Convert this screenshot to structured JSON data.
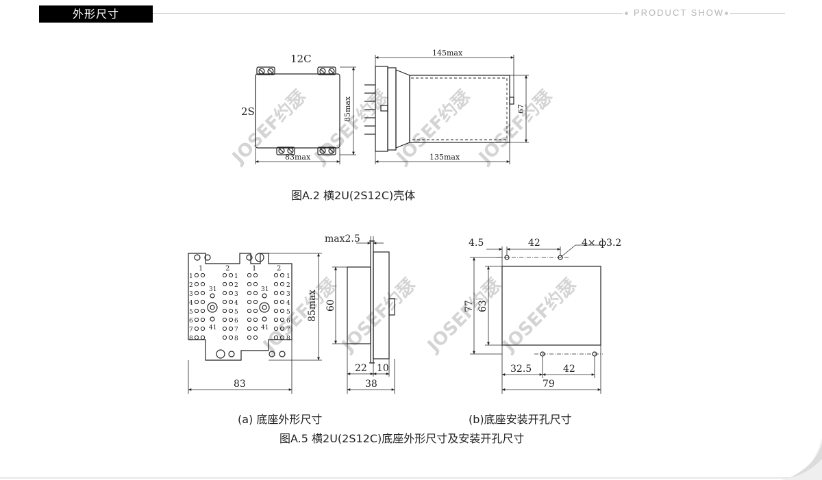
{
  "header": {
    "section_title": "外形尺寸",
    "right_label": "PRODUCT SHOW"
  },
  "watermark": "JOSEF约瑟",
  "figure_a2": {
    "caption": "图A.2  横2U(2S12C)壳体",
    "label_top": "12C",
    "label_side": "2S",
    "dim_width": "83max",
    "dim_height": "85max",
    "dim_depth_top": "145max",
    "dim_depth_bottom": "135max",
    "dim_67": "67"
  },
  "figure_a5": {
    "caption": "图A.5  横2U(2S12C)底座外形尺寸及安装开孔尺寸",
    "sub_a_caption": "(a) 底座外形尺寸",
    "sub_b_caption": "(b)底座安装开孔尺寸",
    "dim_83": "83",
    "dim_85max": "85max",
    "dim_60": "60",
    "dim_max25": "max2.5",
    "dim_22": "22",
    "dim_10": "10",
    "dim_38": "38",
    "dim_45": "4.5",
    "dim_42_top": "42",
    "dim_hole": "4× ф3.2",
    "dim_77": "77",
    "dim_63": "63",
    "dim_325": "32.5",
    "dim_42_bottom": "42",
    "dim_79": "79",
    "pin_cols_left": [
      "1",
      "2"
    ],
    "pin_cols_right": [
      "1",
      "2"
    ],
    "pin_rows": [
      "1",
      "2",
      "3",
      "4",
      "5",
      "6",
      "7",
      "8"
    ],
    "pin_31": "31",
    "pin_41": "41"
  },
  "colors": {
    "title_bg": "#000000",
    "line": "#222222",
    "watermark": "#d4d4d4",
    "header_rule": "#cfcfcf"
  }
}
